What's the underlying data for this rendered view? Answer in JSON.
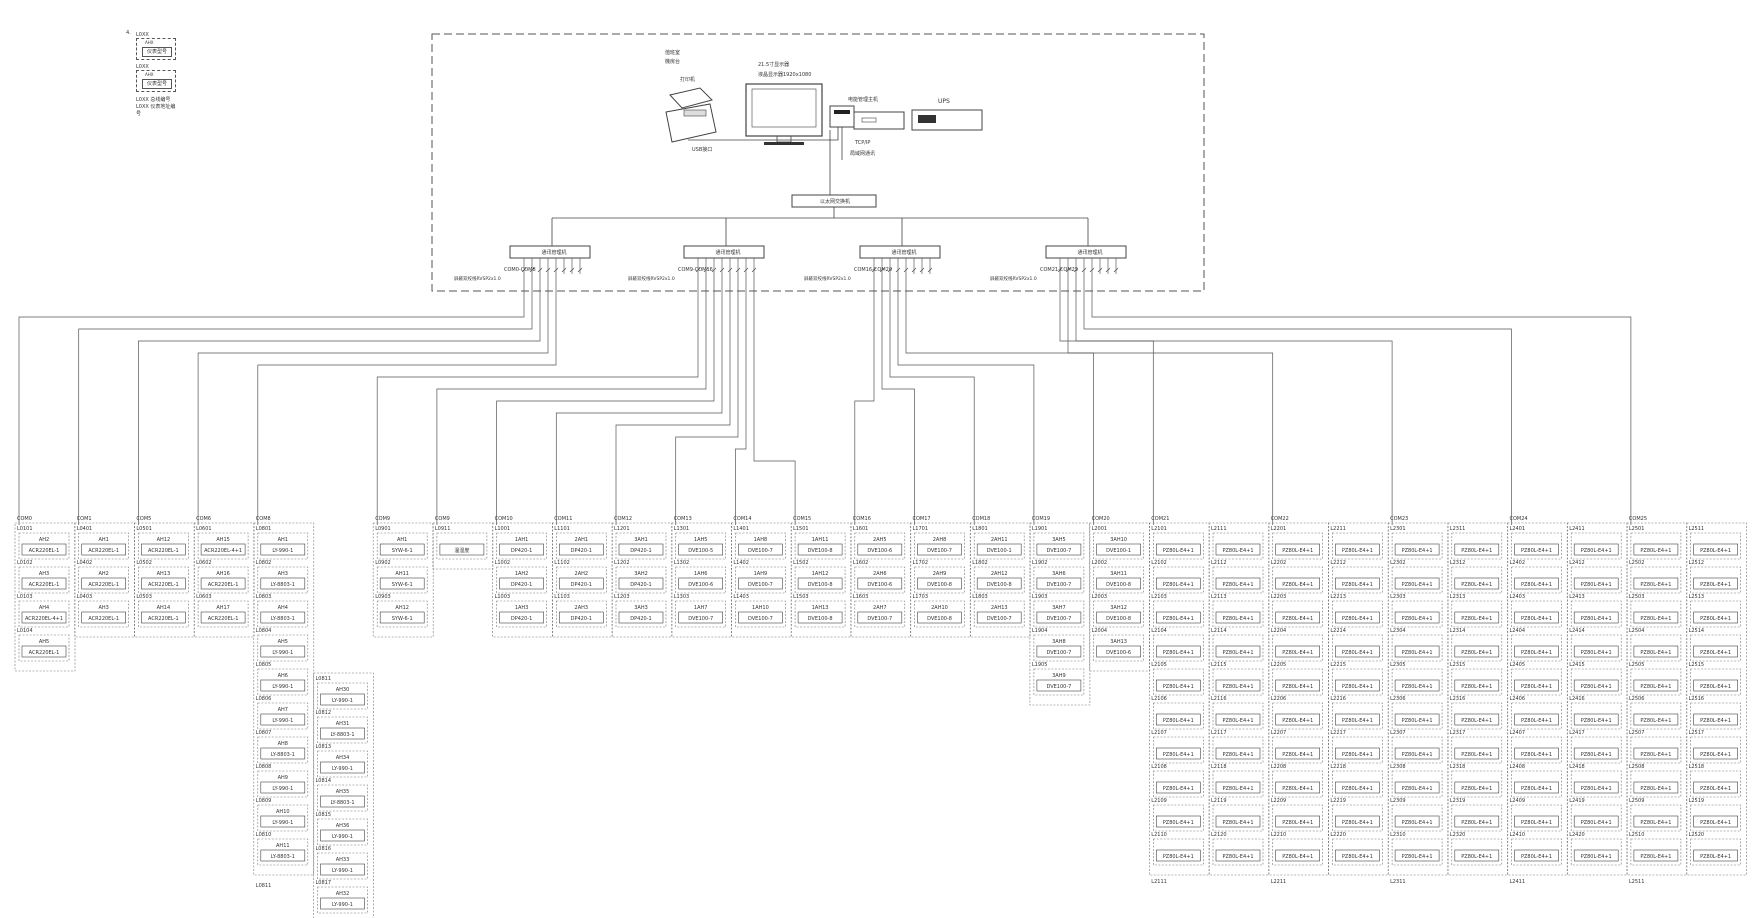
{
  "legend": {
    "marker": "4.",
    "items": [
      {
        "code": "L0XX",
        "tag": "AHX",
        "device": "仪表型号"
      },
      {
        "code": "L0XX",
        "tag": "AHX",
        "device": "仪表型号"
      }
    ],
    "notes": [
      "L0XX 总线编号",
      "L0XX 仪表地址编号"
    ]
  },
  "control_room": {
    "room_label": "值班室",
    "room_sub": "機房台",
    "printer_label": "打印机",
    "printer_port": "USB接口",
    "monitor_label": "21.5寸显示器",
    "monitor_sub": "液晶显示器1920x1080",
    "host_label": "电能管理主机",
    "ups_label": "UPS",
    "tcpip_label": "TCP/IP",
    "tcpip_sub": "局域网通讯",
    "switch_label": "以太网交换机"
  },
  "gateways": [
    {
      "name": "通讯管理机",
      "range": "COM0-COM8",
      "note": "屏蔽双绞线RVSP2x1.0"
    },
    {
      "name": "通讯管理机",
      "range": "COM9-COM16",
      "note": "屏蔽双绞线RVSP2x1.0"
    },
    {
      "name": "通讯管理机",
      "range": "COM16-COM20",
      "note": "屏蔽双绞线RVSP2x1.0"
    },
    {
      "name": "通讯管理机",
      "range": "COM21-COM25",
      "note": "屏蔽双绞线RVSP2x1.0"
    }
  ],
  "buses": [
    {
      "com": "COM0",
      "col": 0,
      "rows": [
        {
          "addr": "L0101",
          "tag": "AH2",
          "dev": "ACR220EL-1"
        },
        {
          "addr": "L0102",
          "tag": "AH3",
          "dev": "ACR220EL-1"
        },
        {
          "addr": "L0103",
          "tag": "AH4",
          "dev": "ACR220EL-4+1"
        },
        {
          "addr": "L0104",
          "tag": "AH5",
          "dev": "ACR220EL-1"
        }
      ]
    },
    {
      "com": "COM1",
      "col": 1,
      "rows": [
        {
          "addr": "L0401",
          "tag": "AH1",
          "dev": "ACR220EL-1"
        },
        {
          "addr": "L0402",
          "tag": "AH2",
          "dev": "ACR220EL-1"
        },
        {
          "addr": "L0403",
          "tag": "AH3",
          "dev": "ACR220EL-1"
        }
      ]
    },
    {
      "com": "COM5",
      "col": 2,
      "rows": [
        {
          "addr": "L0501",
          "tag": "AH12",
          "dev": "ACR220EL-1"
        },
        {
          "addr": "L0502",
          "tag": "AH13",
          "dev": "ACR220EL-1"
        },
        {
          "addr": "L0503",
          "tag": "AH14",
          "dev": "ACR220EL-1"
        }
      ]
    },
    {
      "com": "COM6",
      "col": 3,
      "rows": [
        {
          "addr": "L0601",
          "tag": "AH15",
          "dev": "ACR220EL-4+1"
        },
        {
          "addr": "L0602",
          "tag": "AH16",
          "dev": "ACR220EL-1"
        },
        {
          "addr": "L0603",
          "tag": "AH17",
          "dev": "ACR220EL-1"
        }
      ]
    },
    {
      "com": "COM8",
      "col": 4,
      "rows": [
        {
          "addr": "L0801",
          "tag": "AH1",
          "dev": "LY-990-1"
        },
        {
          "addr": "L0802",
          "tag": "AH3",
          "dev": "LY-8803-1"
        },
        {
          "addr": "L0803",
          "tag": "AH4",
          "dev": "LY-8803-1"
        },
        {
          "addr": "L0804",
          "tag": "AH5",
          "dev": "LY-990-1"
        },
        {
          "addr": "L0805",
          "tag": "AH6",
          "dev": "LY-990-1"
        },
        {
          "addr": "L0806",
          "tag": "AH7",
          "dev": "LY-990-1"
        },
        {
          "addr": "L0807",
          "tag": "AH8",
          "dev": "LY-8803-1"
        },
        {
          "addr": "L0808",
          "tag": "AH9",
          "dev": "LY-990-1"
        },
        {
          "addr": "L0809",
          "tag": "AH10",
          "dev": "LY-990-1"
        },
        {
          "addr": "L0810",
          "tag": "AH11",
          "dev": "LY-8803-1"
        }
      ],
      "extra": [
        {
          "addr": "L0811",
          "tag": "AH30",
          "dev": "LY-990-1"
        },
        {
          "addr": "L0812",
          "tag": "AH31",
          "dev": "LY-8803-1"
        },
        {
          "addr": "L0813",
          "tag": "AH34",
          "dev": "LY-990-1"
        },
        {
          "addr": "L0814",
          "tag": "AH35",
          "dev": "LY-8803-1"
        },
        {
          "addr": "L0815",
          "tag": "AH36",
          "dev": "LY-990-1"
        },
        {
          "addr": "L0816",
          "tag": "AH33",
          "dev": "LY-990-1"
        },
        {
          "addr": "L0817",
          "tag": "AH32",
          "dev": "LY-990-1"
        }
      ],
      "tail": "L0811"
    },
    {
      "com": "COM9",
      "col": 6,
      "rows": [
        {
          "addr": "L0901",
          "tag": "AH1",
          "dev": "SYW-6-1"
        },
        {
          "addr": "L0902",
          "tag": "AH11",
          "dev": "SYW-6-1"
        },
        {
          "addr": "L0903",
          "tag": "AH12",
          "dev": "SYW-6-1"
        }
      ]
    },
    {
      "com": "COM9",
      "col": 7,
      "rows": [
        {
          "addr": "L0911",
          "tag": "",
          "dev": "温湿度"
        }
      ]
    },
    {
      "com": "COM10",
      "col": 8,
      "rows": [
        {
          "addr": "L1001",
          "tag": "1AH1",
          "dev": "DP420-1"
        },
        {
          "addr": "L1002",
          "tag": "1AH2",
          "dev": "DP420-1"
        },
        {
          "addr": "L1003",
          "tag": "1AH3",
          "dev": "DP420-1"
        }
      ]
    },
    {
      "com": "COM11",
      "col": 9,
      "rows": [
        {
          "addr": "L1101",
          "tag": "2AH1",
          "dev": "DP420-1"
        },
        {
          "addr": "L1102",
          "tag": "2AH2",
          "dev": "DP420-1"
        },
        {
          "addr": "L1103",
          "tag": "2AH3",
          "dev": "DP420-1"
        }
      ]
    },
    {
      "com": "COM12",
      "col": 10,
      "rows": [
        {
          "addr": "L1201",
          "tag": "3AH1",
          "dev": "DP420-1"
        },
        {
          "addr": "L1202",
          "tag": "3AH2",
          "dev": "DP420-1"
        },
        {
          "addr": "L1203",
          "tag": "3AH3",
          "dev": "DP420-1"
        }
      ]
    },
    {
      "com": "COM13",
      "col": 11,
      "rows": [
        {
          "addr": "L1301",
          "tag": "1AH5",
          "dev": "DVE100-5"
        },
        {
          "addr": "L1302",
          "tag": "1AH6",
          "dev": "DVE100-6"
        },
        {
          "addr": "L1303",
          "tag": "1AH7",
          "dev": "DVE100-7"
        }
      ]
    },
    {
      "com": "COM14",
      "col": 12,
      "rows": [
        {
          "addr": "L1401",
          "tag": "1AH8",
          "dev": "DVE100-7"
        },
        {
          "addr": "L1402",
          "tag": "1AH9",
          "dev": "DVE100-7"
        },
        {
          "addr": "L1403",
          "tag": "1AH10",
          "dev": "DVE100-7"
        }
      ]
    },
    {
      "com": "COM15",
      "col": 13,
      "rows": [
        {
          "addr": "L1501",
          "tag": "1AH11",
          "dev": "DVE100-8"
        },
        {
          "addr": "L1502",
          "tag": "1AH12",
          "dev": "DVE100-8"
        },
        {
          "addr": "L1503",
          "tag": "1AH13",
          "dev": "DVE100-8"
        }
      ]
    },
    {
      "com": "COM16",
      "col": 14,
      "rows": [
        {
          "addr": "L1601",
          "tag": "2AH5",
          "dev": "DVE100-6"
        },
        {
          "addr": "L1602",
          "tag": "2AH6",
          "dev": "DVE100-6"
        },
        {
          "addr": "L1603",
          "tag": "2AH7",
          "dev": "DVE100-7"
        }
      ]
    },
    {
      "com": "COM17",
      "col": 15,
      "rows": [
        {
          "addr": "L1701",
          "tag": "2AH8",
          "dev": "DVE100-7"
        },
        {
          "addr": "L1702",
          "tag": "2AH9",
          "dev": "DVE100-8"
        },
        {
          "addr": "L1703",
          "tag": "2AH10",
          "dev": "DVE100-8"
        }
      ]
    },
    {
      "com": "COM18",
      "col": 16,
      "rows": [
        {
          "addr": "L1801",
          "tag": "2AH11",
          "dev": "DVE100-1"
        },
        {
          "addr": "L1802",
          "tag": "2AH12",
          "dev": "DVE100-8"
        },
        {
          "addr": "L1803",
          "tag": "2AH13",
          "dev": "DVE100-7"
        }
      ]
    },
    {
      "com": "COM19",
      "col": 17,
      "rows": [
        {
          "addr": "L1901",
          "tag": "3AH5",
          "dev": "DVE100-7"
        },
        {
          "addr": "L1902",
          "tag": "3AH6",
          "dev": "DVE100-7"
        },
        {
          "addr": "L1903",
          "tag": "3AH7",
          "dev": "DVE100-7"
        },
        {
          "addr": "L1904",
          "tag": "3AH8",
          "dev": "DVE100-7"
        },
        {
          "addr": "L1905",
          "tag": "3AH9",
          "dev": "DVE100-7"
        }
      ]
    },
    {
      "com": "COM20",
      "col": 18,
      "rows": [
        {
          "addr": "L2001",
          "tag": "3AH10",
          "dev": "DVE100-1"
        },
        {
          "addr": "L2002",
          "tag": "3AH11",
          "dev": "DVE100-8"
        },
        {
          "addr": "L2003",
          "tag": "3AH12",
          "dev": "DVE100-8"
        },
        {
          "addr": "L2004",
          "tag": "3AH13",
          "dev": "DVE100-6"
        }
      ]
    }
  ],
  "pz_groups": [
    {
      "com": "COM21",
      "col": 19,
      "prefix": "L21",
      "devA": "PZ80L-E4+1",
      "devB": "PZ80L-E4+1"
    },
    {
      "com": "COM22",
      "col": 21,
      "prefix": "L22",
      "devA": "PZ80L-E4+1",
      "devB": "PZ80L-E4+1"
    },
    {
      "com": "COM23",
      "col": 23,
      "prefix": "L23",
      "devA": "PZ80L-E4+1",
      "devB": "PZ80L-E4+1"
    },
    {
      "com": "COM24",
      "col": 25,
      "prefix": "L24",
      "devA": "PZ80L-E4+1",
      "devB": "PZ80L-E4+1"
    },
    {
      "com": "COM25",
      "col": 27,
      "prefix": "L25",
      "devA": "PZ80L-E4+1",
      "devB": "PZ80L-E4+1"
    }
  ]
}
